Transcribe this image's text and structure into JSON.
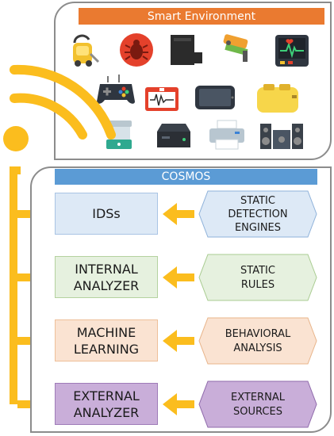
{
  "top_panel": {
    "title": "Smart Environment",
    "title_color": "#ea7a30"
  },
  "cosmos": {
    "title": "COSMOS",
    "title_color": "#5b9bd5"
  },
  "rows": [
    {
      "left_lines": [
        "IDSs"
      ],
      "right_lines": [
        "STATIC",
        "DETECTION",
        "ENGINES"
      ],
      "left_color": "#dde9f6",
      "left_border": "#a9c4e4",
      "right_color": "#dde9f6",
      "right_border": "#8fb2da"
    },
    {
      "left_lines": [
        "INTERNAL",
        "ANALYZER"
      ],
      "right_lines": [
        "STATIC",
        "RULES"
      ],
      "left_color": "#e6f1df",
      "left_border": "#b4d29f",
      "right_color": "#e6f1df",
      "right_border": "#a9cc91"
    },
    {
      "left_lines": [
        "MACHINE",
        "LEARNING"
      ],
      "right_lines": [
        "BEHAVIORAL",
        "ANALYSIS"
      ],
      "left_color": "#fae3d2",
      "left_border": "#eebf99",
      "right_color": "#fae3d2",
      "right_border": "#e8b48a"
    },
    {
      "left_lines": [
        "EXTERNAL",
        "ANALYZER"
      ],
      "right_lines": [
        "EXTERNAL",
        "SOURCES"
      ],
      "left_color": "#c9aed9",
      "left_border": "#9e7bb8",
      "right_color": "#c9aed9",
      "right_border": "#8f6aab"
    }
  ],
  "arrow_color": "#fbbd1e",
  "devices": [
    {
      "icon": "vacuum-cleaner-icon"
    },
    {
      "icon": "bug-icon"
    },
    {
      "icon": "game-console-icon"
    },
    {
      "icon": "security-camera-icon"
    },
    {
      "icon": "health-monitor-icon"
    },
    {
      "icon": "gamepad-icon"
    },
    {
      "icon": "medical-monitor-icon"
    },
    {
      "icon": "tablet-icon"
    },
    {
      "icon": "toaster-icon"
    },
    {
      "icon": "food-steamer-icon"
    },
    {
      "icon": "set-top-box-icon"
    },
    {
      "icon": "printer-icon"
    },
    {
      "icon": "speakers-icon"
    }
  ]
}
